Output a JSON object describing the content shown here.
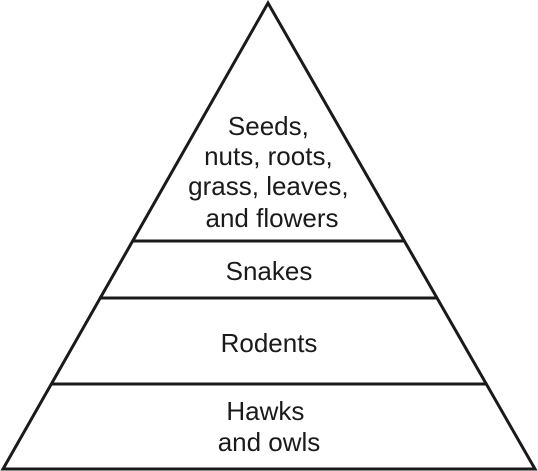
{
  "diagram": {
    "levels": [
      {
        "lines": [
          "Seeds,",
          "nuts, roots,",
          "grass, leaves,",
          "and flowers"
        ]
      },
      {
        "lines": [
          "Snakes"
        ]
      },
      {
        "lines": [
          "Rodents"
        ]
      },
      {
        "lines": [
          "Hawks",
          "and owls"
        ]
      }
    ],
    "stroke_color": "#1a1a1a",
    "fill_color": "#ffffff"
  }
}
